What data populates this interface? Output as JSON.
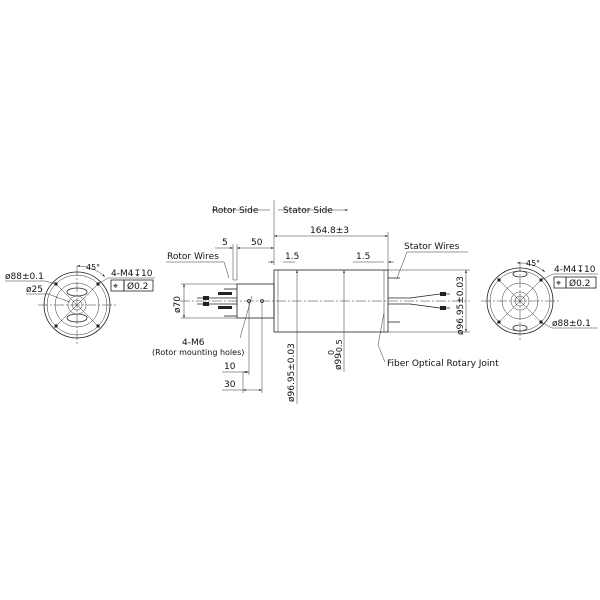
{
  "drawing": {
    "title_labels": {
      "rotor_side": "Rotor Side",
      "stator_side": "Stator Side",
      "rotor_wires": "Rotor Wires",
      "stator_wires": "Stator Wires",
      "fiber_joint": "Fiber Optical Rotary Joint",
      "mount_holes": "4-M6",
      "mount_holes_note": "(Rotor mounting holes)"
    },
    "dimensions": {
      "overall_length": "164.8±3",
      "rotor_flange": "5",
      "rotor_ext": "50",
      "step_left": "1.5",
      "step_right": "1.5",
      "rotor_dia": "ø70",
      "hole_offset_10": "10",
      "hole_offset_30": "30",
      "body_dia_1": "ø96.95±0.03",
      "body_dia_2": "ø99",
      "body_dia_2_tol_upper": "0",
      "body_dia_2_tol_lower": "-0.5",
      "body_dia_right": "ø96.95±0.03"
    },
    "left_view": {
      "pcd": "ø88±0.1",
      "bore": "ø25",
      "angle": "45°",
      "thread": "4-M4↧10",
      "tolerance_symbol": "⌖",
      "tolerance_value": "Ø0.2"
    },
    "right_view": {
      "pcd": "ø88±0.1",
      "angle": "45°",
      "thread": "4-M4↧10",
      "tolerance_symbol": "⌖",
      "tolerance_value": "Ø0.2"
    }
  }
}
